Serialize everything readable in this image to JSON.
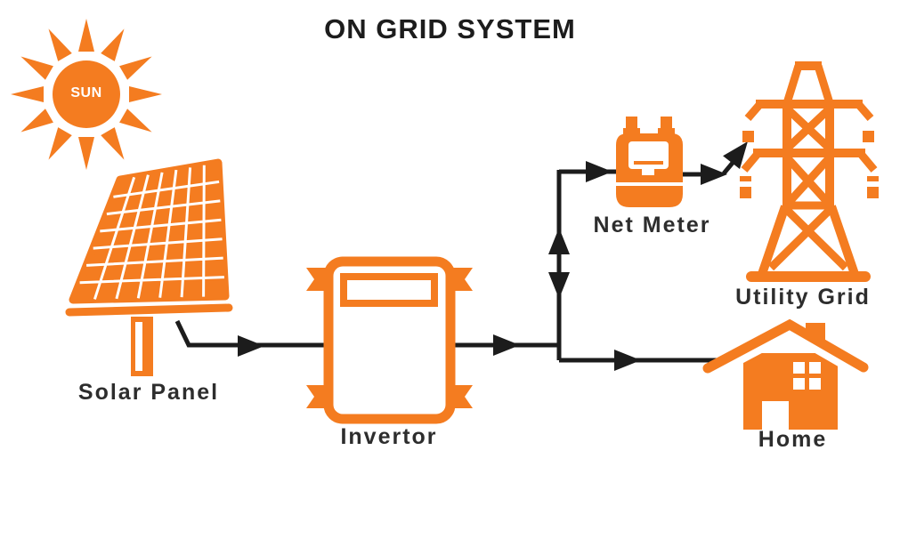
{
  "title": "ON GRID SYSTEM",
  "colors": {
    "accent_orange": "#F47C20",
    "line_black": "#1C1C1C",
    "label_color": "#2D2D2D",
    "background": "#FFFFFF"
  },
  "nodes": {
    "sun": {
      "label": "SUN"
    },
    "solar_panel": {
      "label": "Solar Panel"
    },
    "inverter": {
      "label": "Invertor"
    },
    "net_meter": {
      "label": "Net Meter"
    },
    "utility_grid": {
      "label": "Utility Grid"
    },
    "home": {
      "label": "Home"
    }
  },
  "arrows": [
    {
      "from": "solar_panel",
      "to": "inverter",
      "bidirectional": false
    },
    {
      "from": "inverter",
      "to": "junction",
      "bidirectional": false
    },
    {
      "from": "junction",
      "to": "net_meter",
      "bidirectional": false
    },
    {
      "from": "net_meter",
      "to": "utility_grid",
      "bidirectional": false
    },
    {
      "from": "junction",
      "to": "home",
      "bidirectional": false
    },
    {
      "from": "net_meter_branch",
      "to": "home_branch",
      "bidirectional": true
    }
  ]
}
